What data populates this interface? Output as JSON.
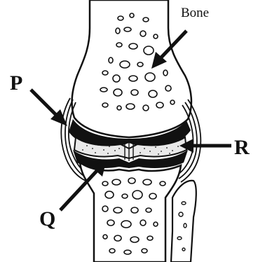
{
  "labels": {
    "bone": "Bone",
    "p": "P",
    "q": "Q",
    "r": "R"
  },
  "colors": {
    "ink": "#111111",
    "background": "#ffffff",
    "cartilage": "#e9e9e9"
  }
}
